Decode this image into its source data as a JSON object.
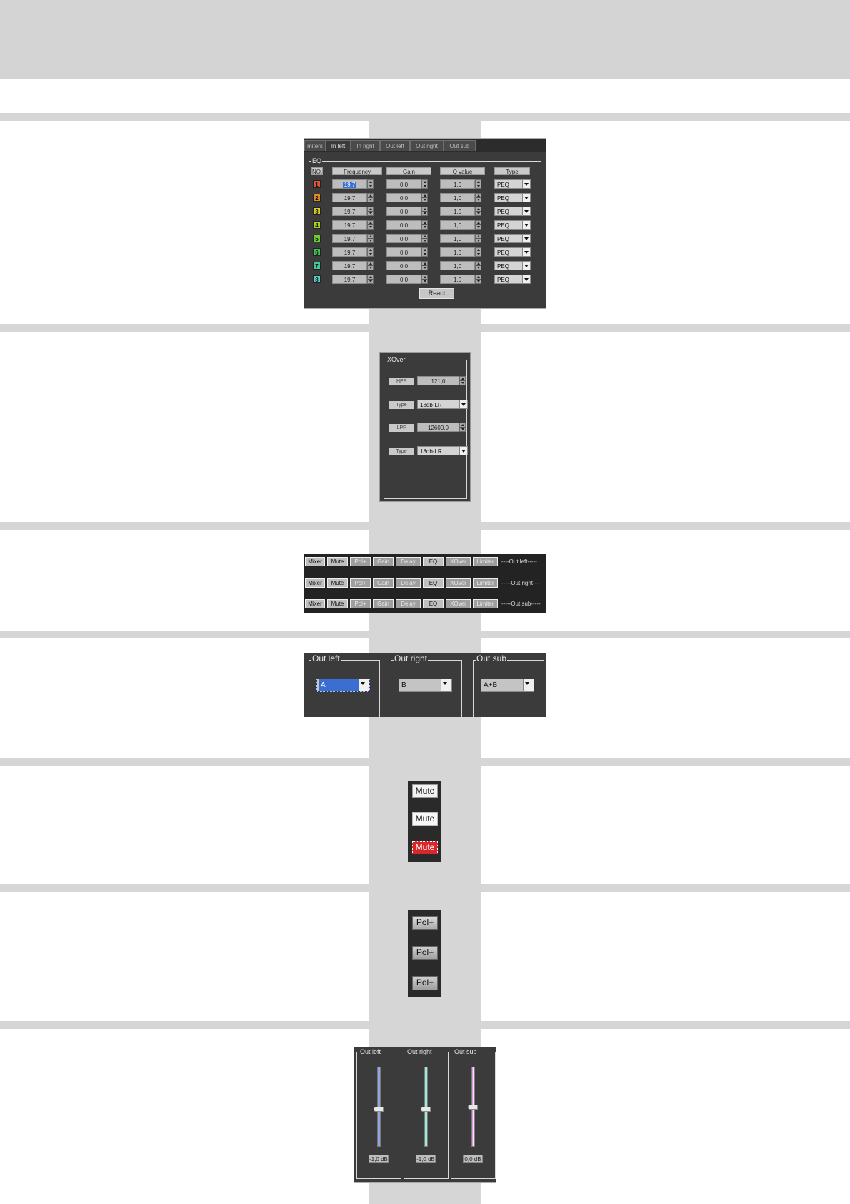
{
  "eq_panel": {
    "tabs": [
      "miters",
      "In left",
      "In right",
      "Out left",
      "Out right",
      "Out sub"
    ],
    "active_tab": 1,
    "group_title": "EQ",
    "headers": {
      "no": "NO.",
      "frequency": "Frequency",
      "gain": "Gain",
      "q": "Q value",
      "type": "Type"
    },
    "rows": [
      {
        "no": "1",
        "color": "#e0543a",
        "frequency": "19,7",
        "gain": "0,0",
        "q": "1,0",
        "type": "PEQ"
      },
      {
        "no": "2",
        "color": "#e08a22",
        "frequency": "19,7",
        "gain": "0,0",
        "q": "1,0",
        "type": "PEQ"
      },
      {
        "no": "3",
        "color": "#d6cf2a",
        "frequency": "19,7",
        "gain": "0,0",
        "q": "1,0",
        "type": "PEQ"
      },
      {
        "no": "4",
        "color": "#a8d12a",
        "frequency": "19,7",
        "gain": "0,0",
        "q": "1,0",
        "type": "PEQ"
      },
      {
        "no": "5",
        "color": "#6ccb2d",
        "frequency": "19,7",
        "gain": "0,0",
        "q": "1,0",
        "type": "PEQ"
      },
      {
        "no": "6",
        "color": "#3fc25a",
        "frequency": "19,7",
        "gain": "0,0",
        "q": "1,0",
        "type": "PEQ"
      },
      {
        "no": "7",
        "color": "#43c79a",
        "frequency": "19,7",
        "gain": "0,0",
        "q": "1,0",
        "type": "PEQ"
      },
      {
        "no": "8",
        "color": "#5fcfc6",
        "frequency": "19,7",
        "gain": "0,0",
        "q": "1,0",
        "type": "PEQ"
      }
    ],
    "reset_label": "React"
  },
  "xover_panel": {
    "group_title": "XOver",
    "hpf_label": "HPF",
    "hpf_value": "121,0",
    "type_label": "Type",
    "hpf_type": "18db-LR",
    "lpf_label": "LPF",
    "lpf_value": "12600,0",
    "lpf_type": "18db-LR"
  },
  "routing_panel": {
    "buttons": [
      "Mixer",
      "Mute",
      "Pol+",
      "Gain",
      "Delay",
      "EQ",
      "XOver",
      "Limiter"
    ],
    "rows": [
      {
        "label": "----Out left-----"
      },
      {
        "label": "-----Out right---"
      },
      {
        "label": "-----Out sub-----"
      }
    ]
  },
  "source_panel": {
    "groups": [
      {
        "title": "Out left",
        "value": "A"
      },
      {
        "title": "Out right",
        "value": "B"
      },
      {
        "title": "Out sub",
        "value": "A+B"
      }
    ]
  },
  "mute_panel": {
    "buttons": [
      "Mute",
      "Mute",
      "Mute"
    ]
  },
  "pol_panel": {
    "buttons": [
      "Pol+",
      "Pol+",
      "Pol+"
    ]
  },
  "level_panel": {
    "channels": [
      {
        "title": "Out left",
        "value": "-1,0 dB",
        "color": "#5a78d8",
        "level": 0.47
      },
      {
        "title": "Out right",
        "value": "-1,0 dB",
        "color": "#6fe0c4",
        "level": 0.47
      },
      {
        "title": "Out sub",
        "value": "0,0 dB",
        "color": "#e060e8",
        "level": 0.5
      }
    ]
  }
}
